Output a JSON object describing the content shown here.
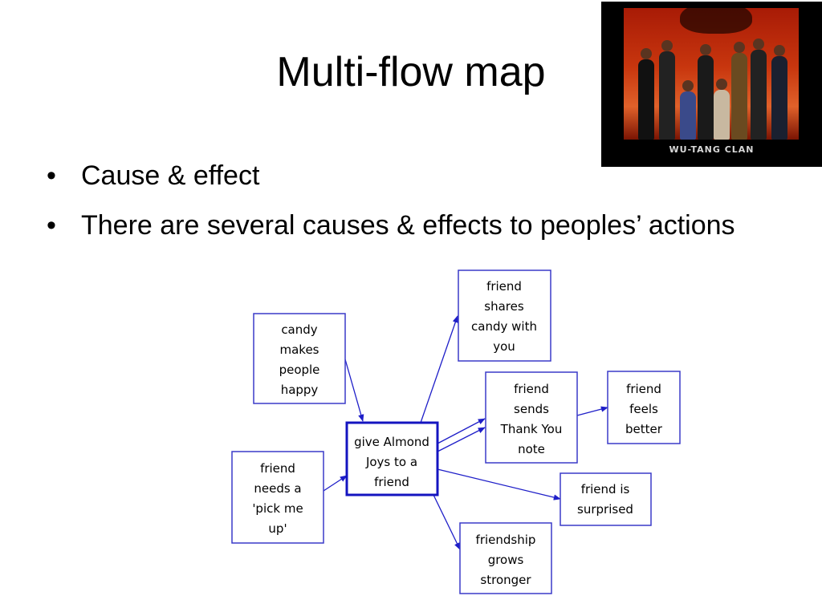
{
  "slide": {
    "title": "Multi-flow map",
    "bullets": [
      "Cause & effect",
      "There are several causes & effects to peoples’ actions"
    ]
  },
  "photo": {
    "caption": "WU-TANG CLAN"
  },
  "diagram": {
    "center": {
      "id": "center",
      "lines": [
        "give Almond",
        "Joys to a",
        "friend"
      ]
    },
    "causes": [
      {
        "id": "cause-candy",
        "lines": [
          "candy",
          "makes",
          "people",
          "happy"
        ]
      },
      {
        "id": "cause-pick-me-up",
        "lines": [
          "friend",
          "needs a",
          "'pick me",
          "up'"
        ]
      }
    ],
    "effects": [
      {
        "id": "effect-shares",
        "lines": [
          "friend",
          "shares",
          "candy with",
          "you"
        ]
      },
      {
        "id": "effect-thank-you",
        "lines": [
          "friend",
          "sends",
          "Thank You",
          "note"
        ]
      },
      {
        "id": "effect-surprised",
        "lines": [
          "friend is",
          "surprised"
        ]
      },
      {
        "id": "effect-stronger",
        "lines": [
          "friendship",
          "grows",
          "stronger"
        ]
      }
    ],
    "secondary_effects": [
      {
        "id": "effect-feels-better",
        "from": "effect-thank-you",
        "lines": [
          "friend",
          "feels",
          "better"
        ]
      }
    ],
    "colors": {
      "box_border": "#3a3ac8",
      "center_border": "#1414c0",
      "arrow": "#1e1ec8"
    }
  }
}
